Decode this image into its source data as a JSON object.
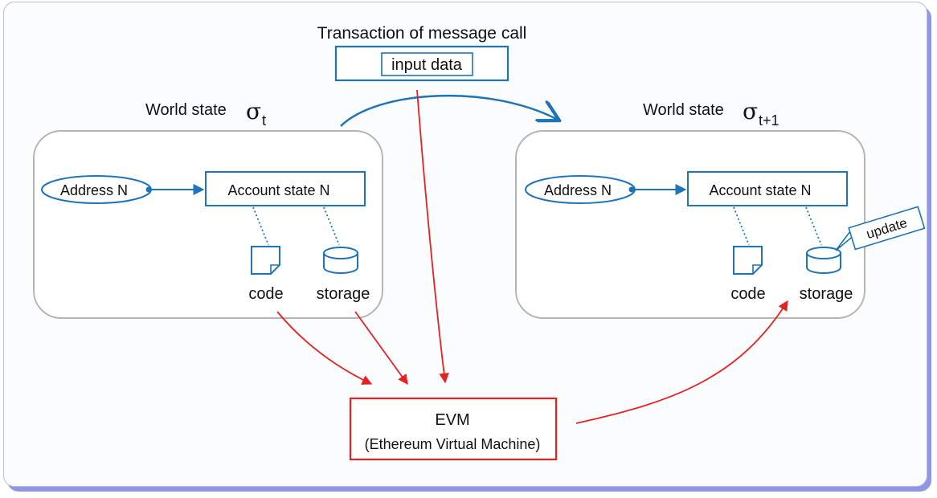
{
  "transaction": {
    "title": "Transaction of message call",
    "input_label": "input data"
  },
  "world_state_left": {
    "label": "World state",
    "symbol": "σ",
    "subscript": "t",
    "address_label": "Address N",
    "account_label": "Account state N",
    "code_label": "code",
    "storage_label": "storage"
  },
  "world_state_right": {
    "label": "World state",
    "symbol": "σ",
    "subscript": "t+1",
    "address_label": "Address N",
    "account_label": "Account state N",
    "code_label": "code",
    "storage_label": "storage",
    "update_label": "update"
  },
  "evm": {
    "title": "EVM",
    "subtitle": "(Ethereum Virtual Machine)"
  },
  "colors": {
    "blue": "#1f73b8",
    "red": "#e82020",
    "box_border": "#b5b5b5",
    "frame_shadow": "#8f96e6"
  }
}
